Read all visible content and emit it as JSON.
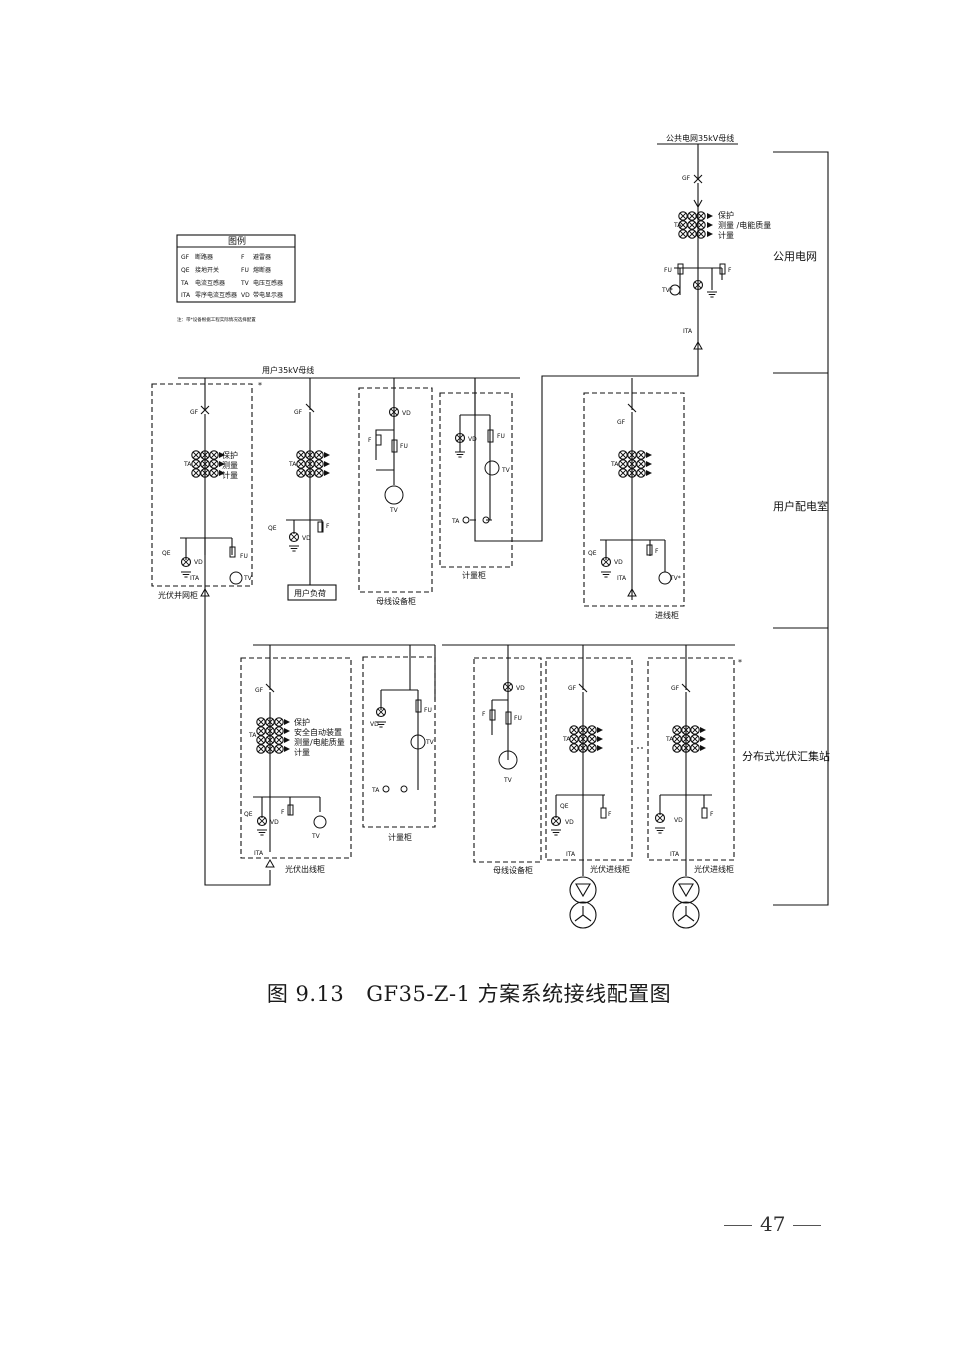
{
  "figure": {
    "caption_number": "图 9.13",
    "caption_title": "GF35-Z-1 方案系统接线配置图"
  },
  "page_number": "47",
  "legend": {
    "title": "图例",
    "items": [
      {
        "code": "GF",
        "text": "断路器"
      },
      {
        "code": "F",
        "text": "避雷器"
      },
      {
        "code": "QE",
        "text": "接地开关"
      },
      {
        "code": "FU",
        "text": "熔断器"
      },
      {
        "code": "TA",
        "text": "电流互感器"
      },
      {
        "code": "TV",
        "text": "电压互感器"
      },
      {
        "code": "ITA",
        "text": "零序电流互感器"
      },
      {
        "code": "VD",
        "text": "带电显示器"
      }
    ],
    "note": "注：带*设备根据工程实际情况选择配置"
  },
  "zones": [
    "公用电网",
    "用户配电室",
    "分布式光伏汇集站"
  ],
  "buses": {
    "public": "公共电网35kV母线",
    "user": "用户35kV母线"
  },
  "cabinets": {
    "pv_grid": "光伏并网柜",
    "user_load": "用户负荷",
    "bus_equipment_top": "母线设备柜",
    "metering_top": "计量柜",
    "incoming": "进线柜",
    "pv_outgoing": "光伏出线柜",
    "metering_bottom": "计量柜",
    "bus_equipment_bottom": "母线设备柜",
    "pv_incoming_1": "光伏进线柜",
    "pv_incoming_2": "光伏进线柜"
  },
  "functions": {
    "protect": "保护",
    "measure": "测量",
    "meter": "计量",
    "public_measure": "测量 /电能质量",
    "safety": "安全自动装置",
    "measure_quality": "测量/电能质量"
  },
  "device_labels": {
    "GF": "GF",
    "TA": "TA",
    "FU": "FU",
    "F": "F",
    "QE": "QE",
    "TV": "TV",
    "VD": "VD",
    "ITA": "ITA",
    "TV_star": "TV*",
    "star": "*"
  }
}
